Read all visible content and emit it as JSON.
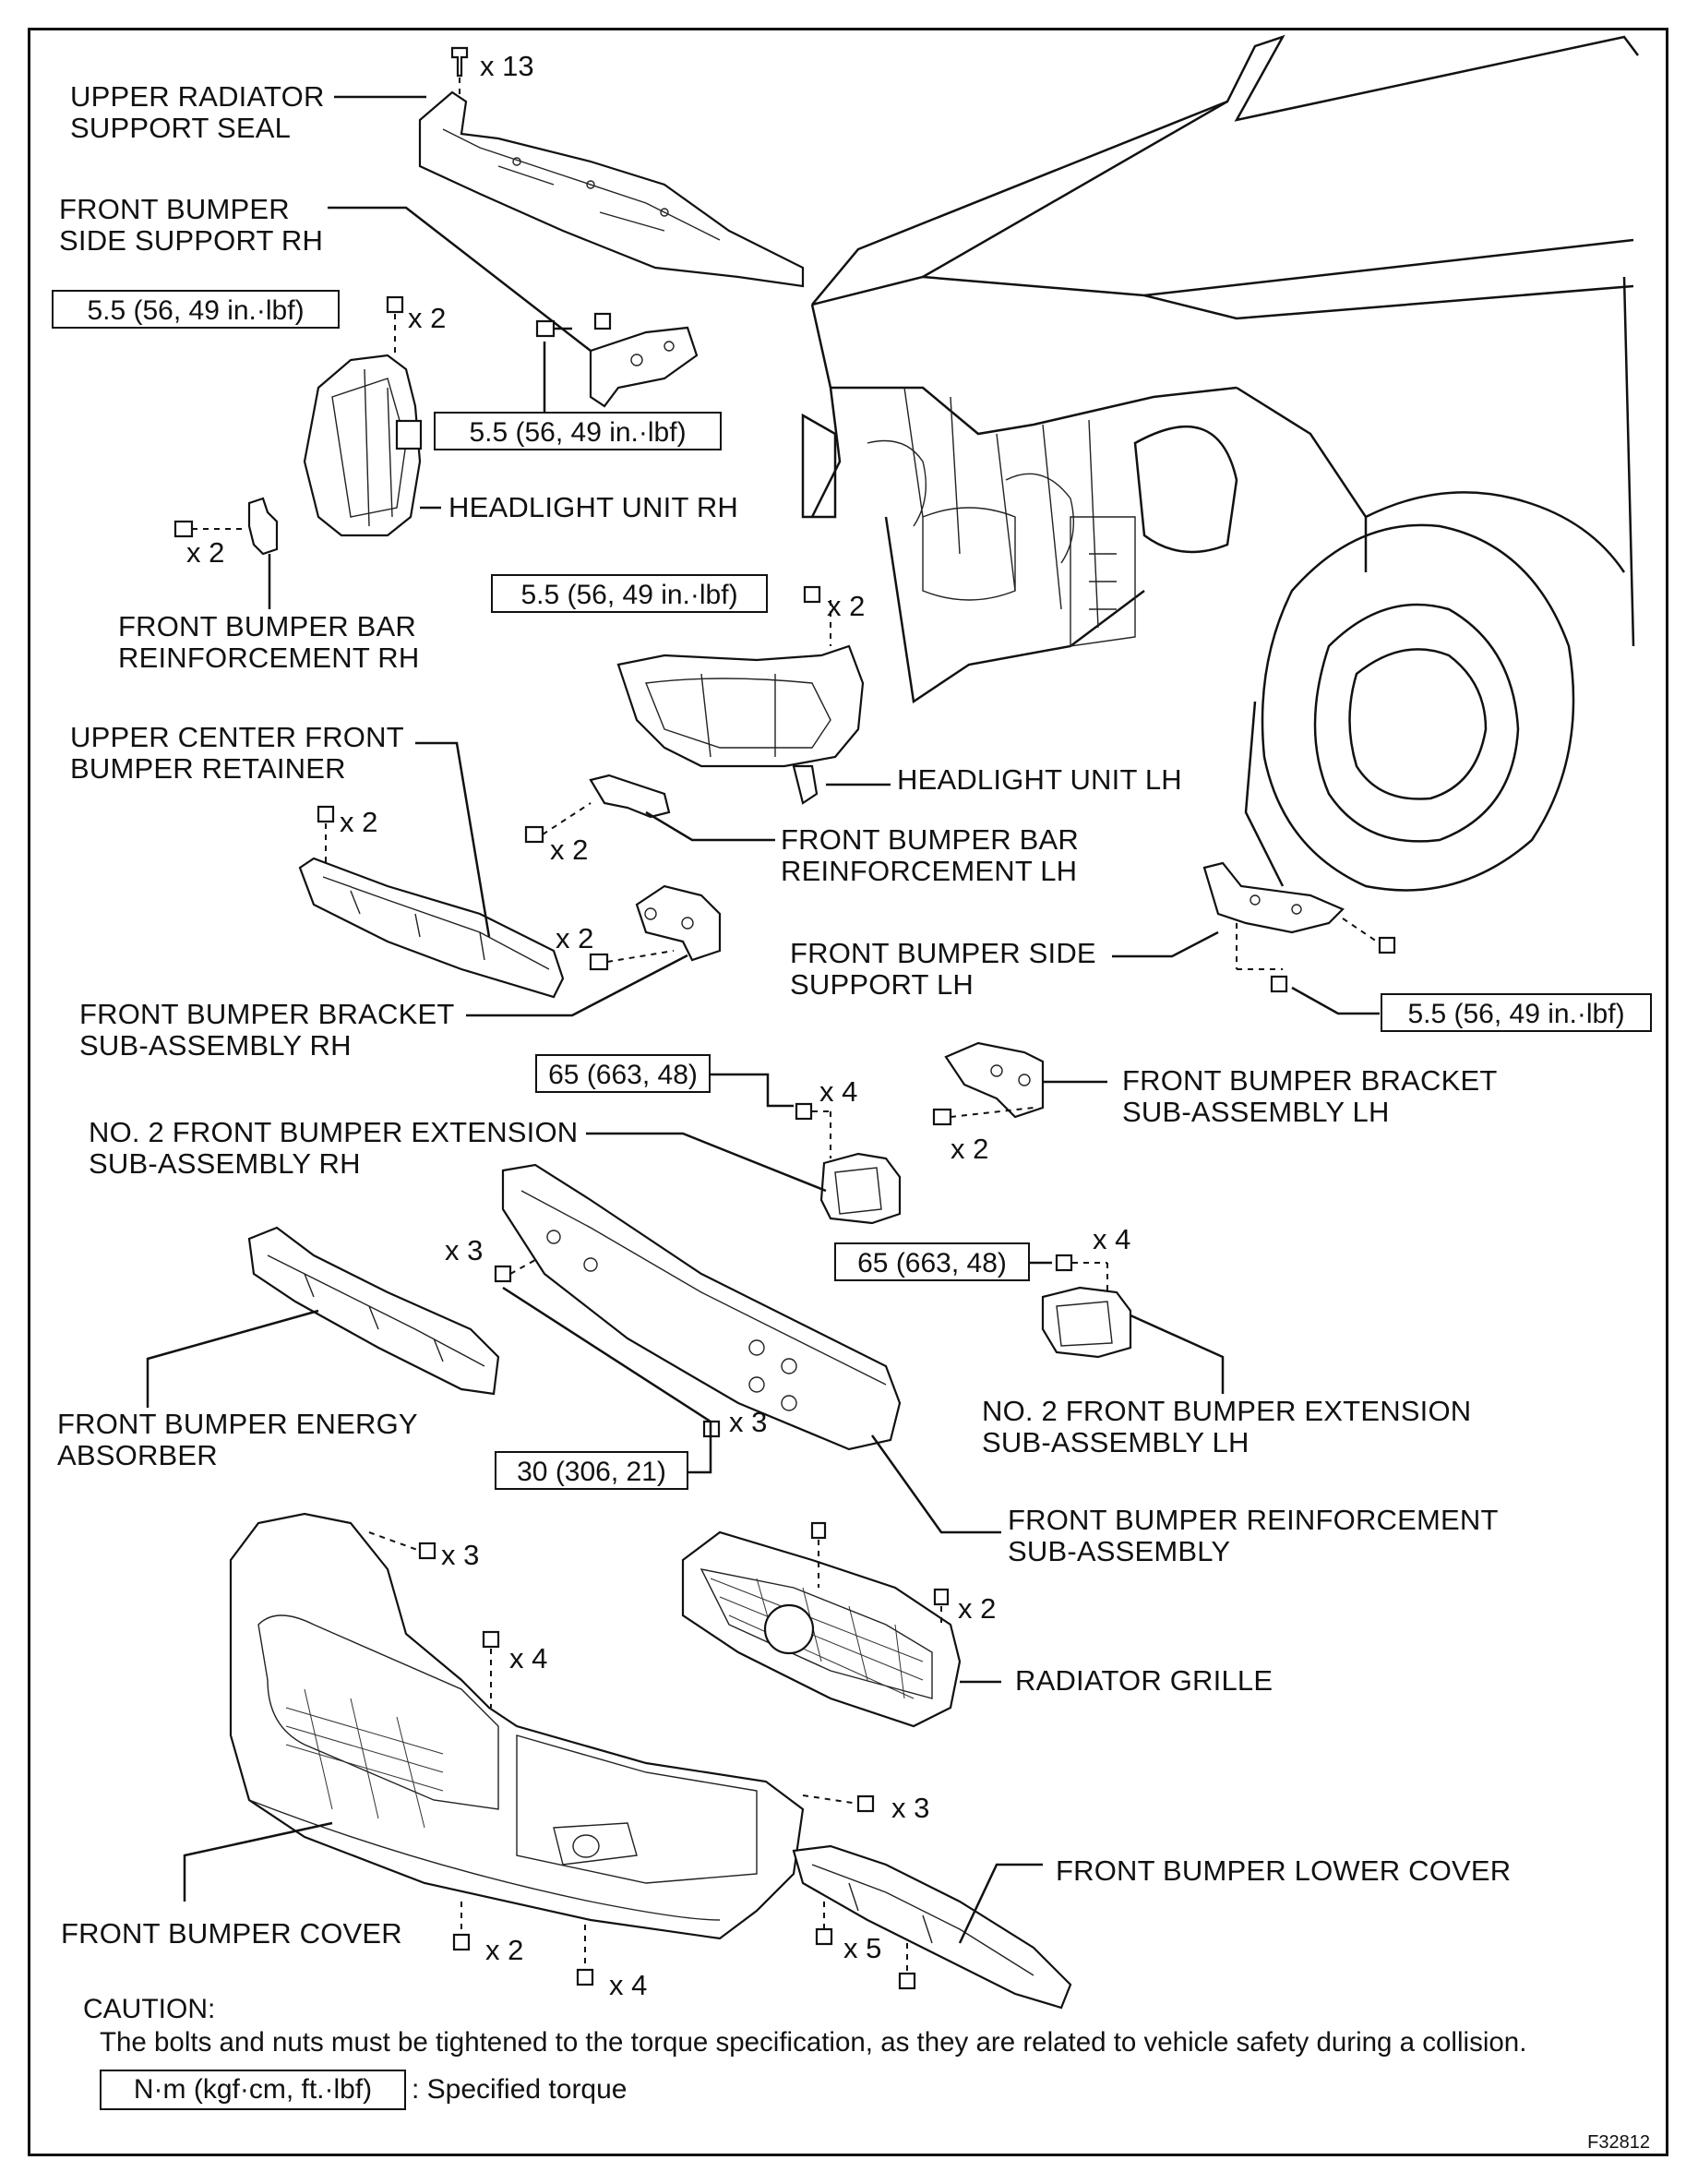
{
  "labels": {
    "upper_radiator_support_seal": [
      "UPPER RADIATOR",
      "SUPPORT SEAL"
    ],
    "front_bumper_side_support_rh": [
      "FRONT BUMPER",
      "SIDE SUPPORT RH"
    ],
    "headlight_unit_rh": "HEADLIGHT UNIT RH",
    "front_bumper_bar_reinforcement_rh": [
      "FRONT BUMPER BAR",
      "REINFORCEMENT RH"
    ],
    "headlight_unit_lh": "HEADLIGHT UNIT LH",
    "upper_center_front_bumper_retainer": [
      "UPPER CENTER FRONT",
      "BUMPER RETAINER"
    ],
    "front_bumper_bar_reinforcement_lh": [
      "FRONT BUMPER BAR",
      "REINFORCEMENT LH"
    ],
    "front_bumper_side_support_lh": [
      "FRONT BUMPER SIDE",
      "SUPPORT LH"
    ],
    "front_bumper_bracket_rh": [
      "FRONT BUMPER BRACKET",
      "SUB-ASSEMBLY RH"
    ],
    "front_bumper_bracket_lh": [
      "FRONT BUMPER BRACKET",
      "SUB-ASSEMBLY LH"
    ],
    "no2_extension_rh": [
      "NO. 2 FRONT BUMPER EXTENSION",
      "SUB-ASSEMBLY RH"
    ],
    "no2_extension_lh": [
      "NO. 2 FRONT BUMPER EXTENSION",
      "SUB-ASSEMBLY LH"
    ],
    "energy_absorber": [
      "FRONT BUMPER ENERGY",
      "ABSORBER"
    ],
    "reinforcement_sub_assembly": [
      "FRONT BUMPER REINFORCEMENT",
      "SUB-ASSEMBLY"
    ],
    "radiator_grille": "RADIATOR GRILLE",
    "lower_cover": "FRONT BUMPER LOWER COVER",
    "bumper_cover": "FRONT BUMPER COVER"
  },
  "quantities": {
    "q_seal": "x 13",
    "q_headlight_rh": "x 2",
    "q_bar_rh": "x 2",
    "q_headlight_lh": "x 2",
    "q_retainer": "x 2",
    "q_bar_lh": "x 2",
    "q_bracket_rh": "x 2",
    "q_ext_rh": "x 4",
    "q_bracket_lh": "x 2",
    "q_absorber": "x 3",
    "q_ext_lh": "x 4",
    "q_reinf": "x 3",
    "q_cover_top": "x 3",
    "q_cover_mid": "x 4",
    "q_grille": "x 2",
    "q_cover_side": "x 3",
    "q_cover_b1": "x 2",
    "q_cover_b2": "x 4",
    "q_lower": "x 5"
  },
  "torques": {
    "t_headlight_rh": "5.5 (56, 49 in.·lbf)",
    "t_side_support_rh": "5.5 (56, 49 in.·lbf)",
    "t_headlight_lh": "5.5 (56, 49 in.·lbf)",
    "t_side_support_lh": "5.5 (56, 49 in.·lbf)",
    "t_ext_rh": "65 (663, 48)",
    "t_ext_lh": "65 (663, 48)",
    "t_reinf": "30 (306, 21)"
  },
  "caution": {
    "title": "CAUTION:",
    "text": "The bolts and nuts must be tightened to the torque specification, as they are related to vehicle safety during a collision."
  },
  "legend": {
    "box": "N·m (kgf·cm, ft.·lbf)",
    "text": ": Specified torque"
  },
  "figure_id": "F32812"
}
